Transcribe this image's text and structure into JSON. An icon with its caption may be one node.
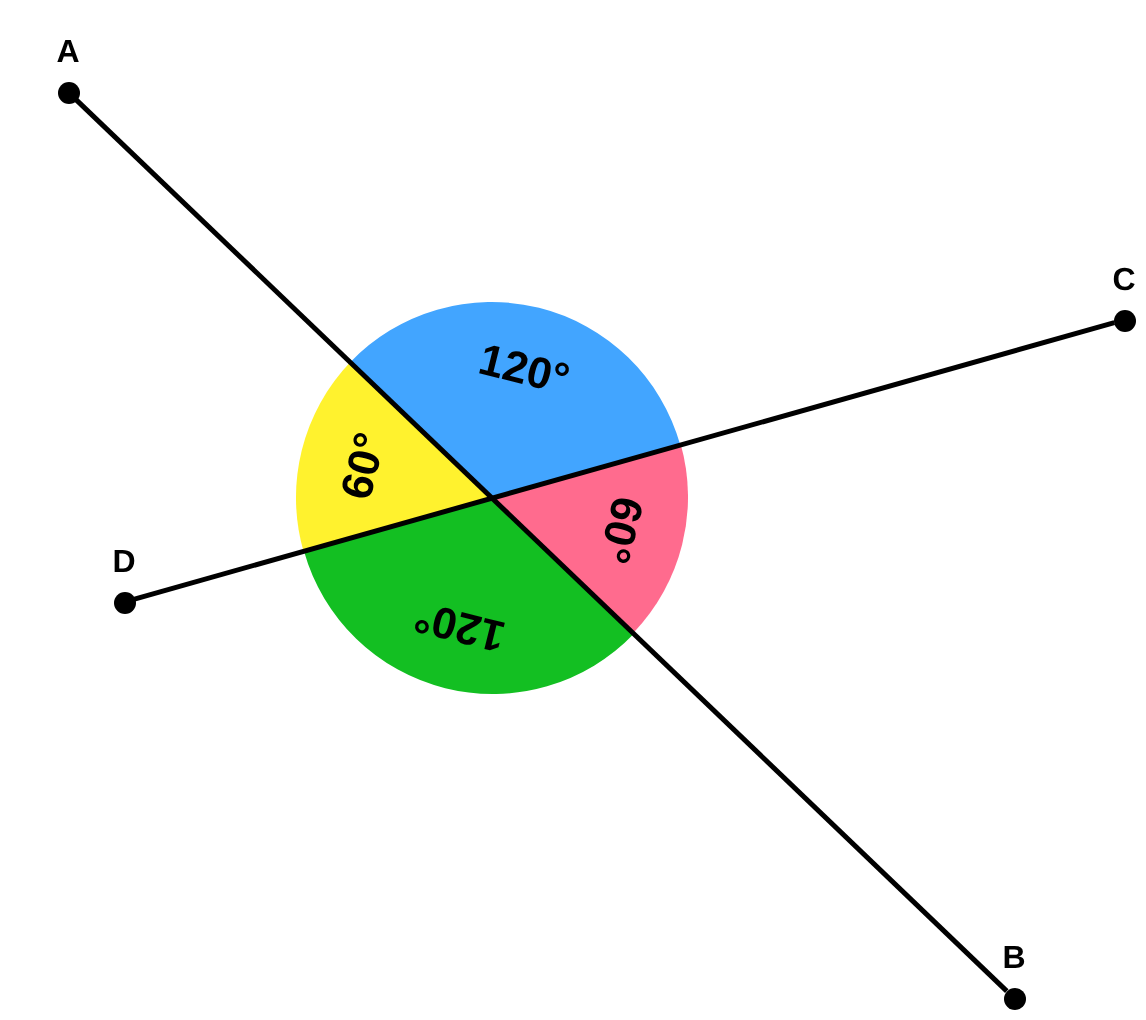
{
  "diagram": {
    "nodes": [
      {
        "text": [
          "A"
        ]
      },
      {
        "text": [
          "B"
        ]
      },
      {
        "text": [
          "C"
        ]
      },
      {
        "text": [
          "D"
        ]
      },
      {
        "text": [
          "120°"
        ]
      },
      {
        "text": [
          "60°"
        ]
      },
      {
        "text": [
          "120°"
        ]
      },
      {
        "text": [
          "60°"
        ]
      }
    ],
    "edges": [
      {
        "from": 0,
        "to": 1,
        "arrow": "none"
      },
      {
        "from": 3,
        "to": 2,
        "arrow": "none"
      }
    ]
  }
}
